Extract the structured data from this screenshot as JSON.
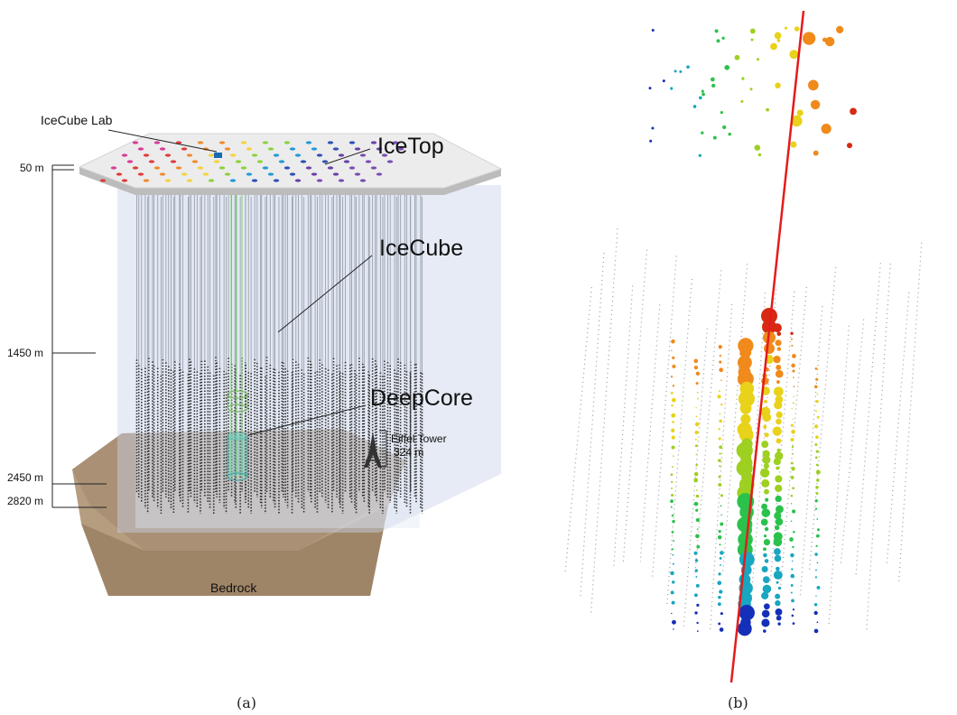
{
  "panel_a": {
    "caption": "(a)",
    "labels": {
      "icecube_lab": "IceCube Lab",
      "icetop": "IceTop",
      "icecube": "IceCube",
      "deepcore": "DeepCore",
      "eiffel_line1": "Eiffel Tower",
      "eiffel_line2": "324 m",
      "bedrock": "Bedrock"
    },
    "depths": [
      "50 m",
      "1450 m",
      "2450 m",
      "2820 m"
    ],
    "colors": {
      "icetop_surface": "#ececec",
      "ice_volume": "#c7d3e8",
      "bedrock": "#b59d80",
      "string": "#333333",
      "deepcore_string": "#7fd36a"
    },
    "icetop_tank_colors": [
      "#d83a96",
      "#e03b3b",
      "#f28a2a",
      "#f5d23b",
      "#8ad23c",
      "#1f9ad6",
      "#2e4fb8",
      "#6a3fa8",
      "#7a4db3"
    ]
  },
  "panel_b": {
    "caption": "(b)",
    "colors": {
      "track": "#e51b1b",
      "hit_scale": [
        "#1530b8",
        "#18a6c0",
        "#2ac24b",
        "#9dd020",
        "#e8d21a",
        "#f08a1b",
        "#d72a12"
      ]
    }
  }
}
